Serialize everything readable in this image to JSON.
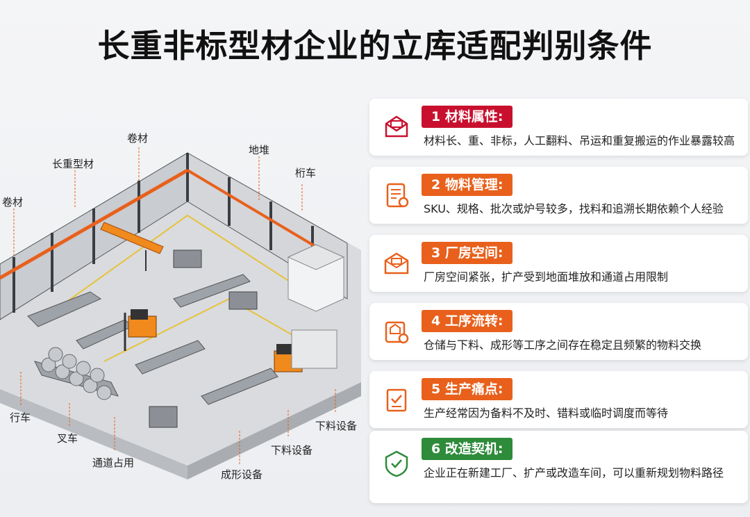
{
  "title": "长重非标型材企业的立库适配判别条件",
  "scene_labels": {
    "juancai_top": "卷材",
    "changzhong": "长重型材",
    "juancai_left": "卷材",
    "didui": "地堆",
    "hangche_top": "桁车",
    "hangche_bottom": "行车",
    "chache": "叉车",
    "tongdao": "通道占用",
    "chengxing": "成形设备",
    "xialiao_1": "下料设备",
    "xialiao_2": "下料设备"
  },
  "cards": [
    {
      "badge": "1 材料属性:",
      "color": "#c8102e",
      "icon": "box-icon",
      "desc": "材料长、重、非标，人工翻料、吊运和重复搬运的作业暴露较高"
    },
    {
      "badge": "2 物料管理:",
      "color": "#e8601c",
      "icon": "document-icon",
      "desc": "SKU、规格、批次或炉号较多，找料和追溯长期依赖个人经验"
    },
    {
      "badge": "3 厂房空间:",
      "color": "#e8601c",
      "icon": "warehouse-icon",
      "desc": "厂房空间紧张，扩产受到地面堆放和通道占用限制"
    },
    {
      "badge": "4 工序流转:",
      "color": "#e8601c",
      "icon": "process-icon",
      "desc": "仓储与下料、成形等工序之间存在稳定且频繁的物料交换"
    },
    {
      "badge": "5 生产痛点:",
      "color": "#e8601c",
      "icon": "clipboard-icon",
      "desc": "生产经常因为备料不及时、错料或临时调度而等待"
    },
    {
      "badge": "6 改造契机:",
      "color": "#2e8b3a",
      "icon": "shield-check-icon",
      "desc": "企业正在新建工厂、扩产或改造车间，可以重新规划物料路径"
    }
  ]
}
